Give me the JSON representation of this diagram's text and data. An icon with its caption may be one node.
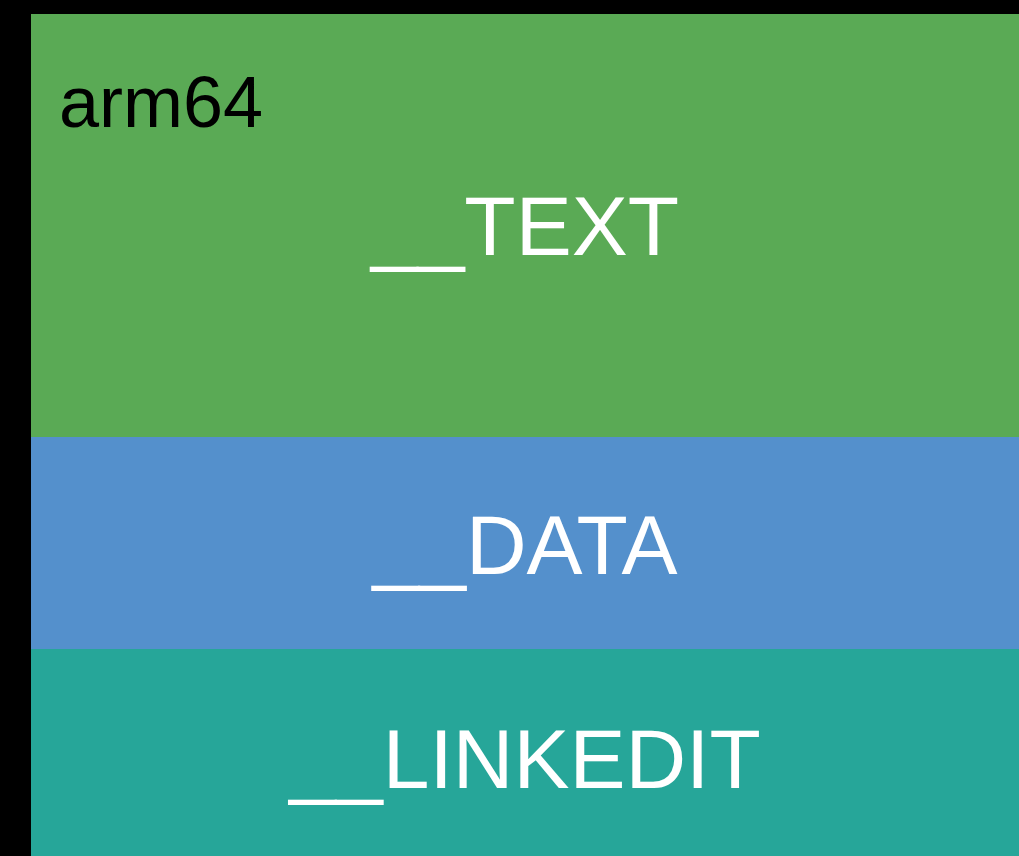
{
  "diagram": {
    "nodes": [
      {
        "text": [
          "arm64"
        ]
      },
      {
        "text": [
          "__TEXT"
        ],
        "in": 0
      },
      {
        "text": [
          "__DATA"
        ],
        "in": 0
      },
      {
        "text": [
          "__LINKEDIT"
        ],
        "in": 0
      }
    ]
  }
}
